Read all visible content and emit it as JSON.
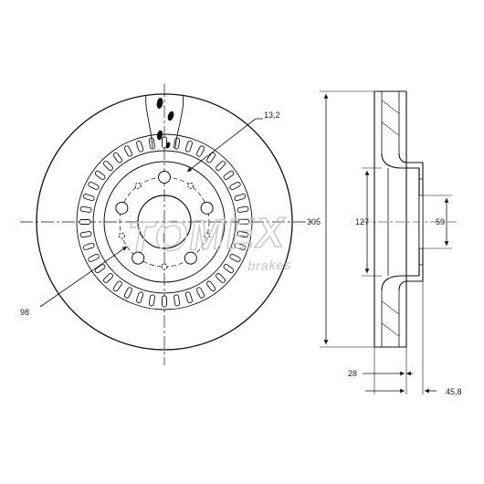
{
  "dimensions": {
    "bolt_hole": "13,2",
    "outer_diameter": "305",
    "hub_diameter": "127",
    "center_bore": "59",
    "pcd": "98",
    "thickness": "28",
    "height": "45,8"
  },
  "watermark": {
    "brand": "TOMEX",
    "sub": "brakes"
  }
}
